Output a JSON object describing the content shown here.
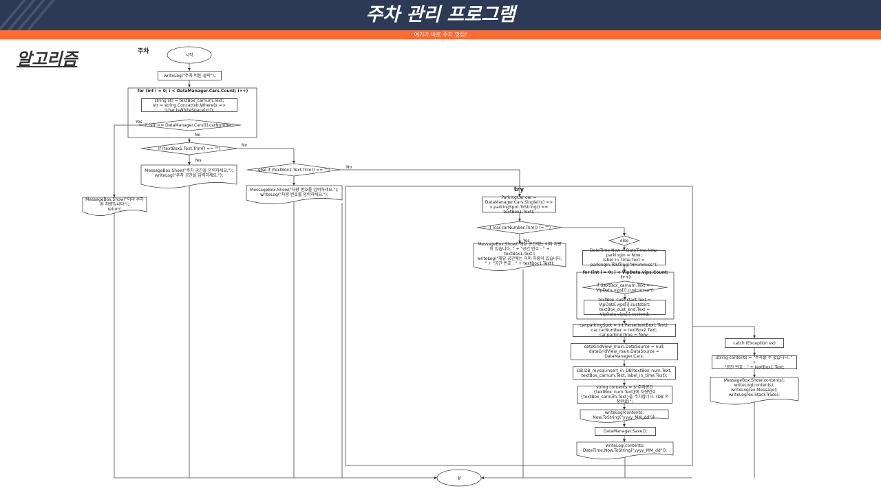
{
  "header": {
    "title": "주차 관리 프로그램",
    "subtitle": "여기가 바로 주차 맛집!"
  },
  "section": {
    "label": "알고리즘"
  },
  "flowchart": {
    "heading": "주차",
    "start": "시작",
    "end": "끝",
    "write_log_start": "writeLog(\"주차 버튼 클릭\");",
    "for_loop_header": "for (int i = 0; i < DataManager.Cars.Count; i++)",
    "str_assign": "string str = textBox_carnum.Text;\nstr = string.Concat(str.Where(x => !char.IsWhiteSpace(x)));",
    "if_str_equals": "if (str == DataManager.Cars[i].carNumber)",
    "msg_already_parked": "MessageBox.Show(\"이미 주차된 차량입니다\");\nreturn;",
    "if_textbox1_empty": "if (textBox1.Text.Trim() == \"\")",
    "msg_enter_space": "MessageBox.Show(\"주차 공간을 입력하세요.\");\nwriteLog(\"주차 공간을 입력하세요.\");",
    "elseif_textbox2_empty": "else if (textBox2.Text.Trim() == \"\")",
    "msg_enter_carnum": "MessageBox.Show(\"차량 번호를 입력하세요.\");\nwriteLog(\"차량 번호를 입력하세요.\");",
    "try_label": "try",
    "parking_car_single": "ParkingCar car =\nDataManager.Cars.Single((x) =>\nx.parkingSpot.ToString() ==\ntextBox1.Text);",
    "if_car_number_nonempty": "if (car.carNumber.Trim() != \"\")",
    "msg_space_occupied": "MessageBox.Show(\"해당 공간에는 이미 차량이 있습니다. \" + \"공간 번호 : \" + textBox1.Text);\nwriteLog(\"해당 공간에는 이미 차량이 있습니다. \" + \"공간 번호 : \" + textBox1.Text);",
    "else_label": "else",
    "datetime_now": "DateTime Now = DateTime.Now;\nparkingIn = Now;\nlabel_in_time.Text =\nparkingIn.ToString(\"HH:mm:ss\");",
    "for_vip_header": "for (int i = 0; i < VipData.vips.Count; i++)",
    "if_vip_match": "if (textBox_carnum.Text ==\nVipData.vips[i].custcarnum)",
    "vip_assign": "textBox_cust_start.Text =\nVipData.vips[i].custstart;\ntextBox_cust_end.Text =\nVipData.vips[i].custend;",
    "car_parking_assign": "car.parkingSpot = int.Parse(textBox1.Text);\ncar.carNumber = textBox2.Text;\ncar.parkingTime = Now;",
    "grid_refresh": "dataGridView_main.DataSource = null;\ndataGridView_main.DataSource =\nDataManager.Cars;",
    "db_insert": "DB.DB_mysql.insert_in_DB(textBox_num.Text,\ntextBox_carnum.Text, label_in_time.Text);",
    "contents_string": "string contents = $\"주차공간\n{textBox_num.Text}에 차량번호\n{textBox_carnum.Text}을 주차합니다. (DB 저장완료)\";",
    "write_log_contents": "writeLog(contents,\nNow.ToString(\"yyyy_MM_dd\"));",
    "data_manager_save": "DataManager.Save();",
    "write_log_contents2": "writeLog(contents,\nDateTime.Now.ToString(\"yyyy_MM_dd\"));",
    "catch_label": "catch (Exception ex)",
    "catch_contents": "string contents = \"주차할 수 없습니다. \" +\n\"공간 번호 : \" + textBox1.Text;",
    "catch_show": "MessageBox.Show(contents);\nwriteLog(contents);\nwriteLog(ex.Message);\nwriteLog(ex.StackTrace);",
    "yes": "Yes",
    "no": "No"
  }
}
